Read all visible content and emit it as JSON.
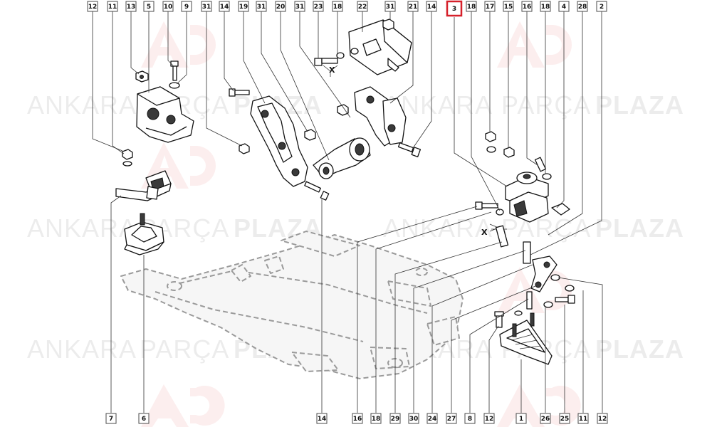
{
  "watermark": {
    "word1": "ANKARA",
    "word2": "PARÇA",
    "word3": "PLAZA"
  },
  "x_marker": "X",
  "highlight_color": "#d6202a",
  "top_callouts": [
    "12",
    "11",
    "13",
    "5",
    "10",
    "9",
    "31",
    "14",
    "19",
    "31",
    "20",
    "31",
    "23",
    "18",
    "22",
    "31",
    "21",
    "14",
    "3",
    "18",
    "17",
    "15",
    "16",
    "18",
    "4",
    "28",
    "2"
  ],
  "bottom_callouts": [
    "7",
    "6",
    "14",
    "16",
    "18",
    "29",
    "30",
    "24",
    "27",
    "8",
    "12",
    "1",
    "26",
    "25",
    "11",
    "12"
  ],
  "highlighted_callout": "3"
}
